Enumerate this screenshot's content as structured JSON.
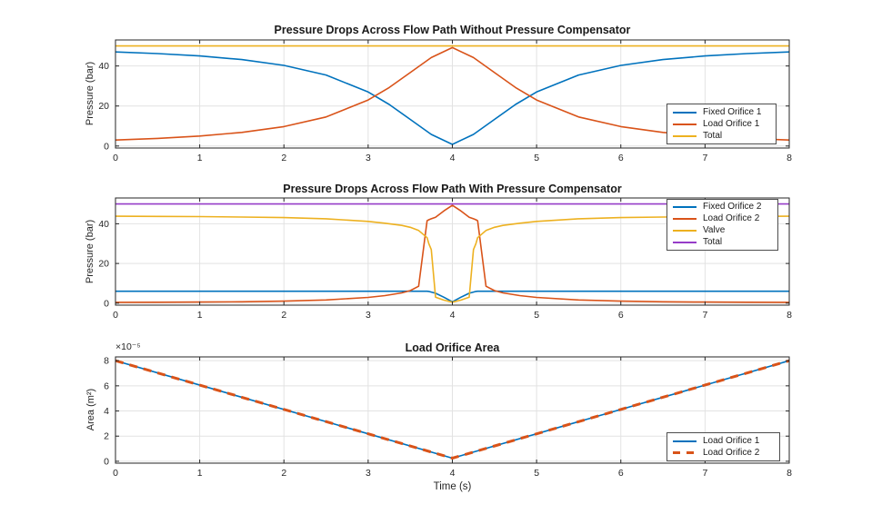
{
  "figure": {
    "background": "#ffffff",
    "axis_color": "#262626",
    "grid_color": "#e2e2e2",
    "tick_label_color": "#262626",
    "title_color": "#1a1a1a",
    "palette": {
      "blue": "#0072BD",
      "orange": "#D95319",
      "yellow": "#EDB120",
      "purple": "#963CC8"
    }
  },
  "chart_data": [
    {
      "type": "line",
      "title": "Pressure Drops Across Flow Path Without Pressure Compensator",
      "xlabel": "",
      "ylabel": "Pressure (bar)",
      "xlim": [
        0,
        8
      ],
      "ylim": [
        -1,
        53
      ],
      "x_ticks": [
        0,
        1,
        2,
        3,
        4,
        5,
        6,
        7,
        8
      ],
      "y_ticks": [
        0,
        20,
        40
      ],
      "grid": true,
      "legend_position": "right-inside",
      "x": [
        0,
        0.5,
        1,
        1.5,
        2,
        2.5,
        3,
        3.25,
        3.5,
        3.75,
        4,
        4.25,
        4.5,
        4.75,
        5,
        5.5,
        6,
        6.5,
        7,
        7.5,
        8
      ],
      "series": [
        {
          "name": "Fixed Orifice 1",
          "color": "#0072BD",
          "style": "solid",
          "width": 1.6,
          "values": [
            47,
            46.2,
            45,
            43.2,
            40.3,
            35.5,
            27,
            20.8,
            13.3,
            5.8,
            0.8,
            5.8,
            13.3,
            20.8,
            27,
            35.5,
            40.3,
            43.2,
            45,
            46.2,
            47
          ]
        },
        {
          "name": "Load Orifice 1",
          "color": "#D95319",
          "style": "solid",
          "width": 1.6,
          "values": [
            3,
            3.8,
            5,
            6.8,
            9.7,
            14.5,
            23,
            29.2,
            36.7,
            44.2,
            49.2,
            44.2,
            36.7,
            29.2,
            23,
            14.5,
            9.7,
            6.8,
            5,
            3.8,
            3
          ]
        },
        {
          "name": "Total",
          "color": "#EDB120",
          "style": "solid",
          "width": 1.6,
          "values": [
            50,
            50,
            50,
            50,
            50,
            50,
            50,
            50,
            50,
            50,
            50,
            50,
            50,
            50,
            50,
            50,
            50,
            50,
            50,
            50,
            50
          ]
        }
      ]
    },
    {
      "type": "line",
      "title": "Pressure Drops Across Flow Path With Pressure Compensator",
      "xlabel": "",
      "ylabel": "Pressure (bar)",
      "xlim": [
        0,
        8
      ],
      "ylim": [
        -1,
        53
      ],
      "x_ticks": [
        0,
        1,
        2,
        3,
        4,
        5,
        6,
        7,
        8
      ],
      "y_ticks": [
        0,
        20,
        40
      ],
      "grid": true,
      "legend_position": "top-right-inside",
      "x": [
        0,
        0.5,
        1,
        1.5,
        2,
        2.5,
        3,
        3.2,
        3.4,
        3.5,
        3.6,
        3.7,
        3.72,
        3.75,
        3.8,
        3.9,
        4,
        4.1,
        4.2,
        4.25,
        4.28,
        4.3,
        4.4,
        4.5,
        4.6,
        4.8,
        5,
        5.5,
        6,
        6.5,
        7,
        7.5,
        8
      ],
      "series": [
        {
          "name": "Fixed Orifice 2",
          "color": "#0072BD",
          "style": "solid",
          "width": 1.6,
          "values": [
            6,
            6,
            6,
            6,
            6,
            6,
            6,
            6,
            6,
            6,
            6,
            6,
            5.9,
            5.6,
            5.0,
            3.0,
            0.7,
            3.0,
            5.0,
            5.6,
            5.9,
            6,
            6,
            6,
            6,
            6,
            6,
            6,
            6,
            6,
            6,
            6,
            6
          ]
        },
        {
          "name": "Load Orifice 2",
          "color": "#D95319",
          "style": "solid",
          "width": 1.6,
          "values": [
            0.4,
            0.45,
            0.55,
            0.7,
            1.0,
            1.6,
            2.9,
            3.8,
            5.2,
            6.3,
            8.5,
            41.5,
            42.0,
            42.5,
            43.3,
            46.5,
            49.3,
            46.5,
            43.3,
            42.5,
            42.0,
            41.5,
            8.5,
            6.3,
            5.2,
            3.8,
            2.9,
            1.6,
            1.0,
            0.7,
            0.55,
            0.45,
            0.4
          ]
        },
        {
          "name": "Valve",
          "color": "#EDB120",
          "style": "solid",
          "width": 1.6,
          "values": [
            43.8,
            43.7,
            43.6,
            43.4,
            43.1,
            42.5,
            41.2,
            40.3,
            39.2,
            38.2,
            36.6,
            33.0,
            30.0,
            27.0,
            3.0,
            1.5,
            0.5,
            1.5,
            3.0,
            27.0,
            30.0,
            33.0,
            36.6,
            38.2,
            39.2,
            40.3,
            41.2,
            42.5,
            43.1,
            43.4,
            43.6,
            43.7,
            43.8
          ]
        },
        {
          "name": "Total",
          "color": "#963CC8",
          "style": "solid",
          "width": 1.6,
          "values": [
            50,
            50,
            50,
            50,
            50,
            50,
            50,
            50,
            50,
            50,
            50,
            50,
            50,
            50,
            50,
            50,
            50,
            50,
            50,
            50,
            50,
            50,
            50,
            50,
            50,
            50,
            50,
            50,
            50,
            50,
            50,
            50,
            50
          ]
        }
      ]
    },
    {
      "type": "line",
      "title": "Load Orifice Area",
      "xlabel": "Time (s)",
      "ylabel": "Area (m²)",
      "y_multiplier": "×10⁻⁵",
      "y_unit": "m² ×10⁻⁵",
      "xlim": [
        0,
        8
      ],
      "ylim": [
        -0.15,
        8.3
      ],
      "x_ticks": [
        0,
        1,
        2,
        3,
        4,
        5,
        6,
        7,
        8
      ],
      "y_ticks": [
        0,
        2,
        4,
        6,
        8
      ],
      "grid": true,
      "legend_position": "bottom-right-inside",
      "x": [
        0,
        4,
        8
      ],
      "series": [
        {
          "name": "Load Orifice 1",
          "color": "#0072BD",
          "style": "solid",
          "width": 1.6,
          "values": [
            8,
            0.25,
            8
          ]
        },
        {
          "name": "Load Orifice 2",
          "color": "#D95319",
          "style": "dashed",
          "width": 3,
          "values": [
            8,
            0.25,
            8
          ]
        }
      ]
    }
  ]
}
